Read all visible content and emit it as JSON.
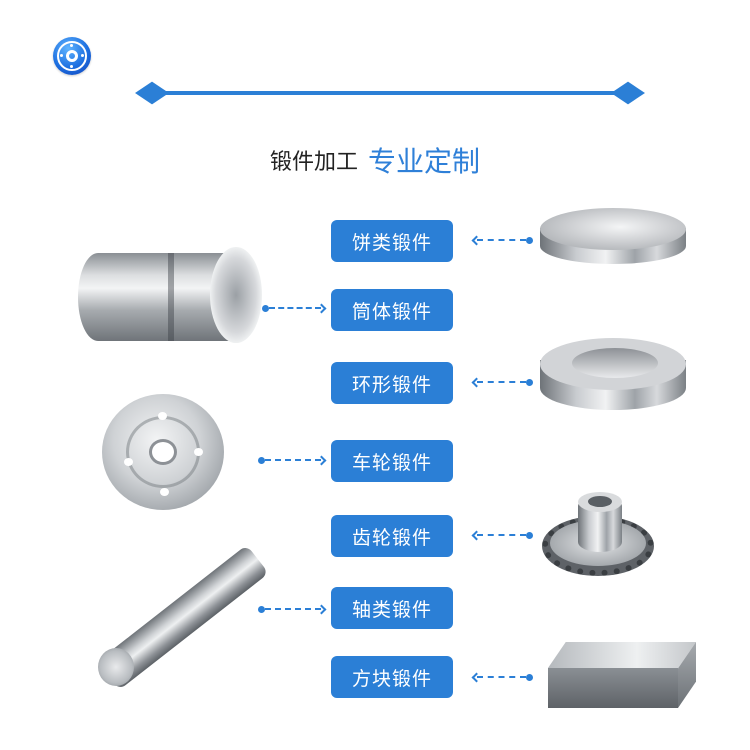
{
  "logo": {
    "icon": "wheel-logo-icon"
  },
  "heading": {
    "prefix": "锻件加工",
    "highlight": "专业定制"
  },
  "colors": {
    "accent": "#2b7fd6",
    "heading_dark": "#222222",
    "heading_blue": "#2f80d8"
  },
  "products": [
    {
      "label": "饼类锻件",
      "image": "disc-forging",
      "side": "right"
    },
    {
      "label": "筒体锻件",
      "image": "cylinder-forging",
      "side": "left"
    },
    {
      "label": "环形锻件",
      "image": "ring-forging",
      "side": "right"
    },
    {
      "label": "车轮锻件",
      "image": "wheel-forging",
      "side": "left"
    },
    {
      "label": "齿轮锻件",
      "image": "gear-forging",
      "side": "right"
    },
    {
      "label": "轴类锻件",
      "image": "shaft-forging",
      "side": "left"
    },
    {
      "label": "方块锻件",
      "image": "block-forging",
      "side": "right"
    }
  ]
}
